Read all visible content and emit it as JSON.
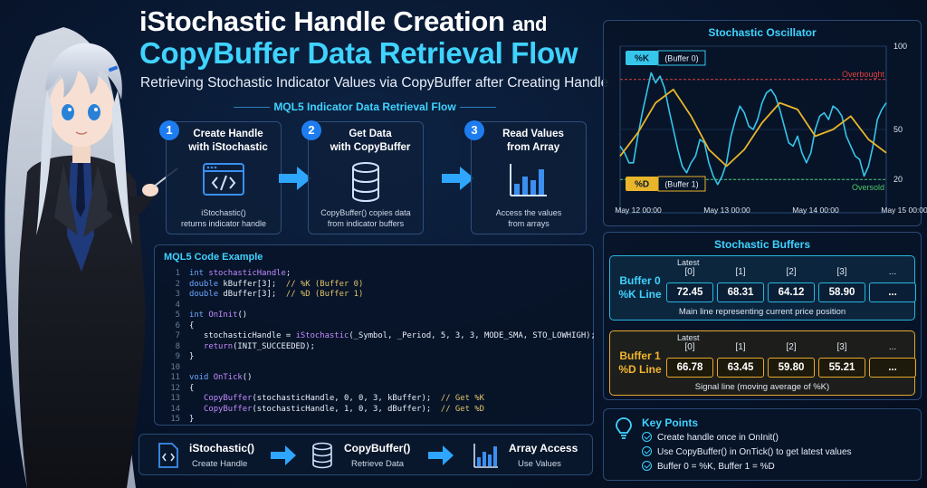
{
  "header": {
    "title_main": "iStochastic Handle Creation",
    "title_and": "and",
    "title_line2": "CopyBuffer Data Retrieval Flow",
    "subtitle": "Retrieving Stochastic Indicator Values via CopyBuffer after Creating Handle"
  },
  "flow": {
    "heading": "MQL5 Indicator Data Retrieval Flow",
    "steps": [
      {
        "num": "1",
        "title_a": "Create Handle",
        "title_b": "with iStochastic",
        "desc_a": "iStochastic()",
        "desc_b": "returns indicator handle",
        "icon": "code-window-icon"
      },
      {
        "num": "2",
        "title_a": "Get Data",
        "title_b": "with CopyBuffer",
        "desc_a": "CopyBuffer() copies data",
        "desc_b": "from indicator buffers",
        "icon": "database-icon"
      },
      {
        "num": "3",
        "title_a": "Read Values",
        "title_b": "from Array",
        "desc_a": "Access the values",
        "desc_b": "from arrays",
        "icon": "bar-chart-icon"
      }
    ]
  },
  "code": {
    "heading": "MQL5 Code Example",
    "lines": [
      {
        "n": "1",
        "parts": [
          [
            "kw",
            "int "
          ],
          [
            "fn",
            "stochasticHandle"
          ],
          [
            "var",
            ";"
          ]
        ]
      },
      {
        "n": "2",
        "parts": [
          [
            "kw",
            "double "
          ],
          [
            "var",
            "kBuffer[3];  "
          ],
          [
            "cm",
            "// %K (Buffer 0)"
          ]
        ]
      },
      {
        "n": "3",
        "parts": [
          [
            "kw",
            "double "
          ],
          [
            "var",
            "dBuffer[3];  "
          ],
          [
            "cm",
            "// %D (Buffer 1)"
          ]
        ]
      },
      {
        "n": "4",
        "parts": []
      },
      {
        "n": "5",
        "parts": [
          [
            "kw",
            "int "
          ],
          [
            "fn",
            "OnInit"
          ],
          [
            "var",
            "()"
          ]
        ]
      },
      {
        "n": "6",
        "parts": [
          [
            "var",
            "{"
          ]
        ]
      },
      {
        "n": "7",
        "parts": [
          [
            "var",
            "   stochasticHandle = "
          ],
          [
            "fn",
            "iStochastic"
          ],
          [
            "var",
            "(_Symbol, _Period, 5, 3, 3, MODE_SMA, STO_LOWHIGH);"
          ]
        ]
      },
      {
        "n": "8",
        "parts": [
          [
            "var",
            "   "
          ],
          [
            "fn",
            "return"
          ],
          [
            "var",
            "(INIT_SUCCEEDED);"
          ]
        ]
      },
      {
        "n": "9",
        "parts": [
          [
            "var",
            "}"
          ]
        ]
      },
      {
        "n": "10",
        "parts": []
      },
      {
        "n": "11",
        "parts": [
          [
            "kw",
            "void "
          ],
          [
            "fn",
            "OnTick"
          ],
          [
            "var",
            "()"
          ]
        ]
      },
      {
        "n": "12",
        "parts": [
          [
            "var",
            "{"
          ]
        ]
      },
      {
        "n": "13",
        "parts": [
          [
            "var",
            "   "
          ],
          [
            "fn",
            "CopyBuffer"
          ],
          [
            "var",
            "(stochasticHandle, 0, 0, 3, kBuffer);  "
          ],
          [
            "cm",
            "// Get %K"
          ]
        ]
      },
      {
        "n": "14",
        "parts": [
          [
            "var",
            "   "
          ],
          [
            "fn",
            "CopyBuffer"
          ],
          [
            "var",
            "(stochasticHandle, 1, 0, 3, dBuffer);  "
          ],
          [
            "cm",
            "// Get %D"
          ]
        ]
      },
      {
        "n": "15",
        "parts": [
          [
            "var",
            "}"
          ]
        ]
      }
    ]
  },
  "summary": [
    {
      "title": "iStochastic()",
      "sub": "Create Handle",
      "icon": "code-file-icon"
    },
    {
      "title": "CopyBuffer()",
      "sub": "Retrieve Data",
      "icon": "database-icon"
    },
    {
      "title": "Array Access",
      "sub": "Use Values",
      "icon": "bar-chart-icon"
    }
  ],
  "chart_data": {
    "type": "line",
    "title": "Stochastic Oscillator",
    "x_ticks": [
      "May 12 00:00",
      "May 13 00:00",
      "May 14 00:00",
      "May 15 00:00"
    ],
    "y_ticks": [
      100,
      50,
      20
    ],
    "ylim": [
      0,
      100
    ],
    "levels": [
      {
        "name": "Overbought",
        "value": 80
      },
      {
        "name": "Oversold",
        "value": 20
      }
    ],
    "series": [
      {
        "name": "%K",
        "label": "(Buffer 0)",
        "color": "#35c6ea",
        "x": [
          0,
          1,
          2,
          3,
          4,
          5,
          6,
          7,
          8,
          9,
          10,
          11,
          12,
          13,
          14,
          15,
          16,
          17,
          18,
          19,
          20,
          21,
          22,
          23,
          24,
          25,
          26,
          27,
          28,
          29,
          30,
          31,
          32,
          33,
          34,
          35,
          36,
          37,
          38,
          39,
          40,
          41,
          42,
          43,
          44,
          45,
          46,
          47,
          48,
          49,
          50,
          51,
          52,
          53,
          54,
          55,
          56,
          57,
          58,
          59,
          60
        ],
        "values": [
          40,
          36,
          30,
          30,
          46,
          60,
          72,
          84,
          78,
          82,
          75,
          62,
          50,
          38,
          28,
          24,
          30,
          34,
          44,
          42,
          30,
          22,
          17,
          22,
          30,
          46,
          56,
          64,
          60,
          52,
          50,
          56,
          66,
          72,
          74,
          70,
          62,
          52,
          42,
          40,
          46,
          36,
          30,
          36,
          50,
          58,
          60,
          56,
          64,
          62,
          58,
          46,
          40,
          34,
          32,
          22,
          28,
          40,
          56,
          62,
          66
        ],
        "x_ticks_at": [
          0,
          20,
          40,
          60
        ]
      },
      {
        "name": "%D",
        "label": "(Buffer 1)",
        "color": "#e9b52b",
        "x": [
          0,
          4,
          8,
          12,
          16,
          20,
          24,
          28,
          32,
          36,
          40,
          44,
          48,
          52,
          56,
          60
        ],
        "values": [
          34,
          48,
          66,
          74,
          58,
          38,
          28,
          38,
          54,
          66,
          62,
          46,
          50,
          58,
          44,
          36
        ]
      }
    ]
  },
  "buffers": {
    "title": "Stochastic Buffers",
    "latest_label": "Latest",
    "indices": [
      "[0]",
      "[1]",
      "[2]",
      "[3]",
      "..."
    ],
    "buffer0": {
      "name_a": "Buffer 0",
      "name_b": "%K Line",
      "values": [
        "72.45",
        "68.31",
        "64.12",
        "58.90",
        "..."
      ],
      "note": "Main line representing current price position",
      "color": "#3fd3ff"
    },
    "buffer1": {
      "name_a": "Buffer 1",
      "name_b": "%D Line",
      "values": [
        "66.78",
        "63.45",
        "59.80",
        "55.21",
        "..."
      ],
      "note": "Signal line (moving average of %K)",
      "color": "#f2b52d"
    }
  },
  "key_points": {
    "title": "Key Points",
    "items": [
      "Create handle once in OnInit()",
      "Use CopyBuffer() in OnTick() to get latest values",
      "Buffer 0 = %K, Buffer 1 = %D"
    ]
  }
}
